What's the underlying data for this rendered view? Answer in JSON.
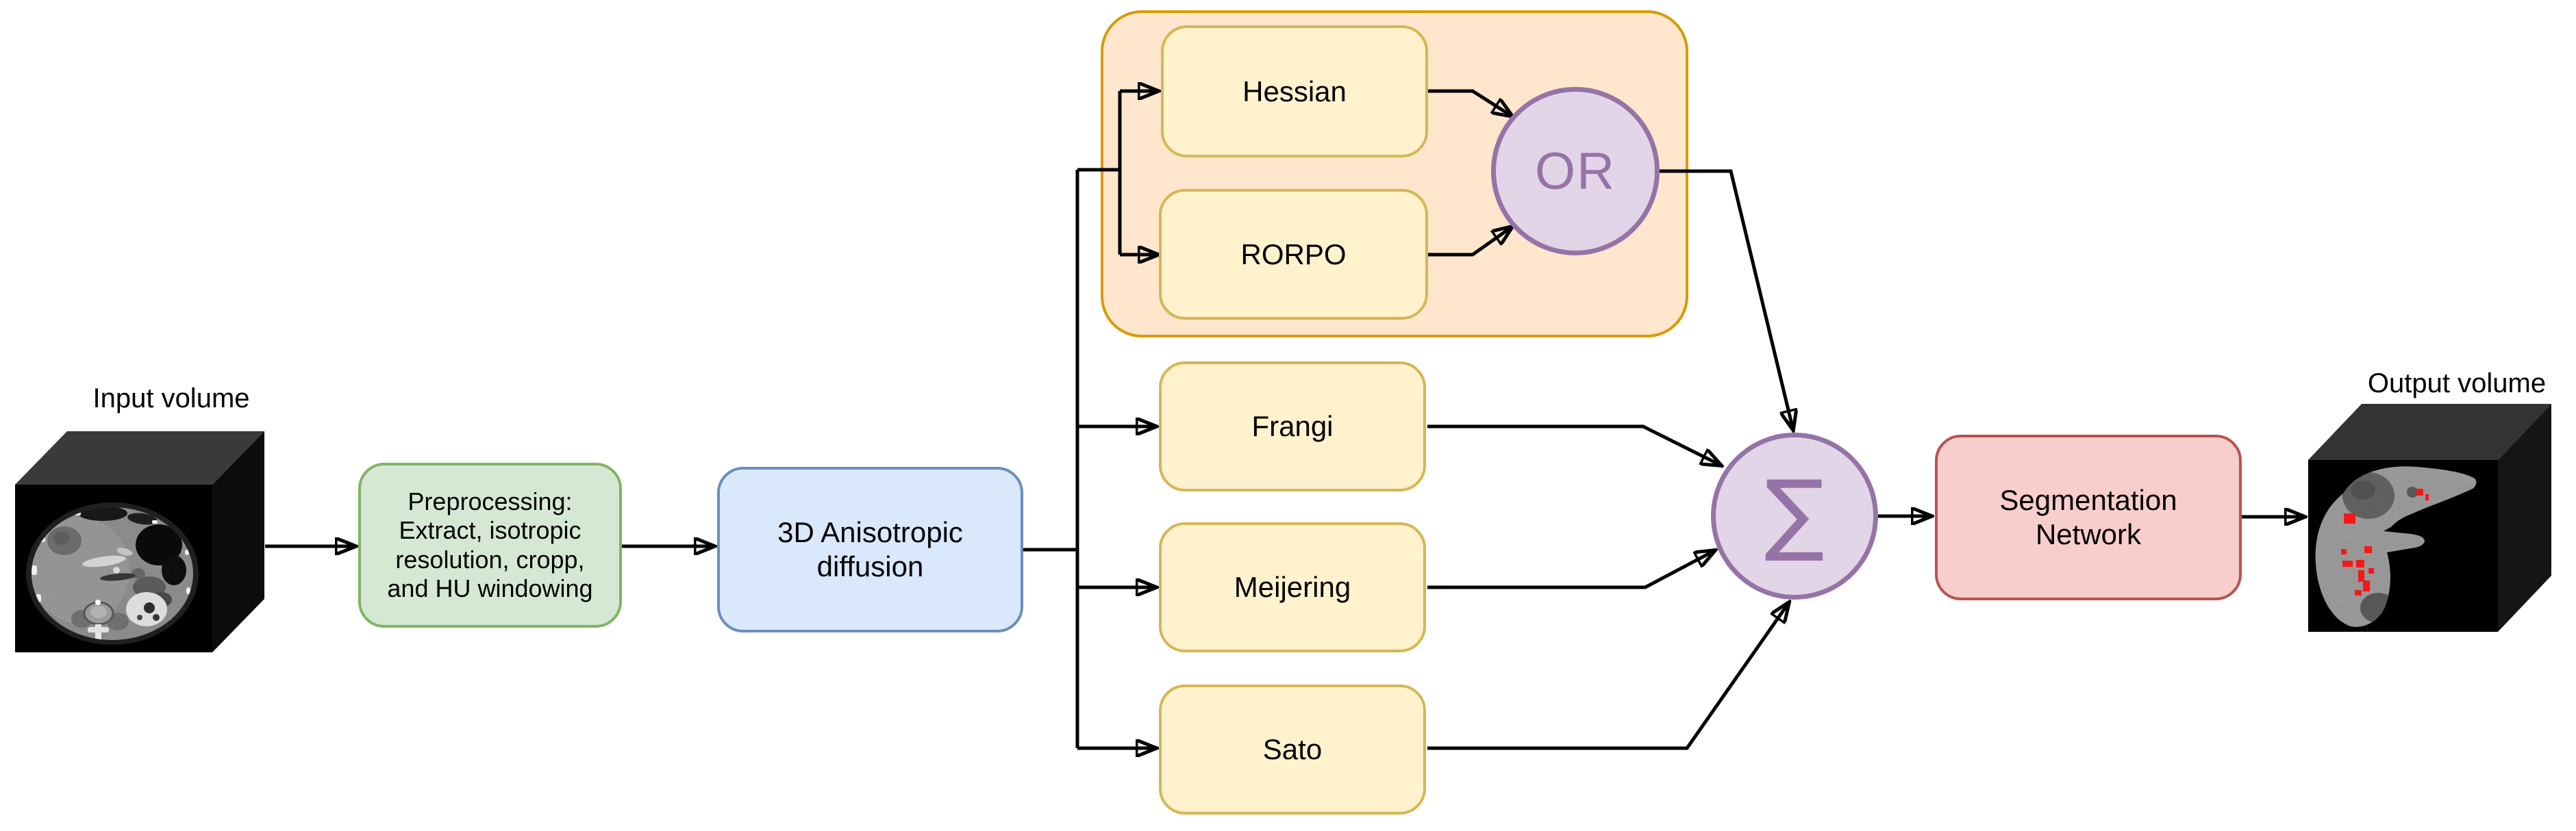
{
  "labels": {
    "input_volume": "Input volume",
    "output_volume": "Output volume"
  },
  "nodes": {
    "preprocessing": {
      "label": "Preprocessing:\nExtract, isotropic\nresolution, cropp,\nand HU windowing"
    },
    "diffusion": {
      "label": "3D Anisotropic\ndiffusion"
    },
    "hessian": {
      "label": "Hessian"
    },
    "rorpo": {
      "label": "RORPO"
    },
    "frangi": {
      "label": "Frangi"
    },
    "meijering": {
      "label": "Meijering"
    },
    "sato": {
      "label": "Sato"
    },
    "or_gate": {
      "label": "OR"
    },
    "sum": {
      "label": "∑"
    },
    "segmentation": {
      "label": "Segmentation\nNetwork"
    }
  },
  "colors": {
    "green_fill": "#D5E8D4",
    "green_stroke": "#82B366",
    "blue_fill": "#DAE8FC",
    "blue_stroke": "#6C8EBF",
    "yellow_fill": "#FFF2CC",
    "yellow_stroke": "#D6B656",
    "orange_fill": "#FFE6CC",
    "orange_stroke": "#D79B00",
    "purple_fill": "#E1D5E7",
    "purple_stroke": "#9673A6",
    "red_fill": "#F8CECC",
    "red_stroke": "#B85450",
    "edge": "#000000",
    "lesion": "#FF1111"
  }
}
